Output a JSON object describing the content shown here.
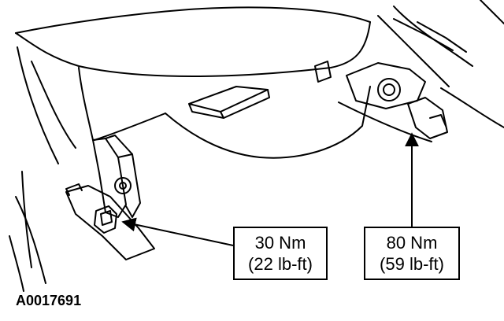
{
  "figure_id": "A0017691",
  "callouts": {
    "left": {
      "line1": "30 Nm",
      "line2": "(22 lb-ft)"
    },
    "right": {
      "line1": "80 Nm",
      "line2": "(59 lb-ft)"
    }
  },
  "colors": {
    "line": "#000000",
    "background": "#ffffff"
  }
}
